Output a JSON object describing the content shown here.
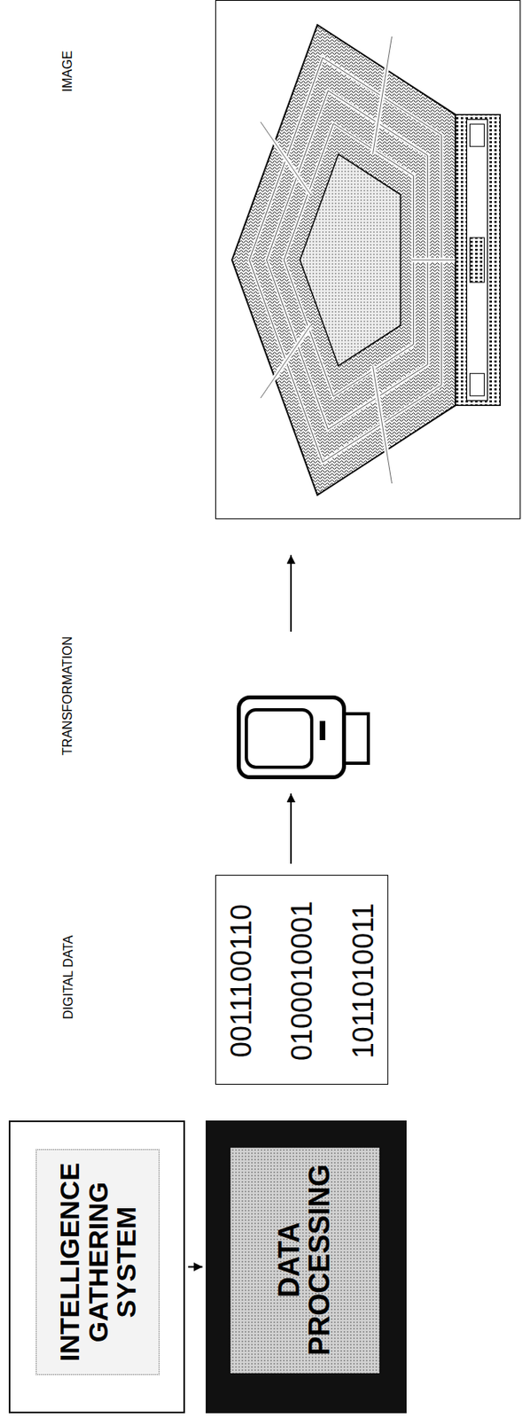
{
  "diagram": {
    "nodes": [
      {
        "text": [
          "INTELLIGENCE GATHERING SYSTEM"
        ]
      },
      {
        "text": [
          "DATA PROCESSING"
        ]
      },
      {
        "text": [
          "DIGITAL DATA",
          "0011100110",
          "0100010001",
          "1011010011"
        ]
      },
      {
        "text": [
          "TRANSFORMATION"
        ]
      },
      {
        "text": [
          "IMAGE"
        ]
      }
    ],
    "edges": [
      {
        "from": 0,
        "to": 1,
        "arrow": "to"
      },
      {
        "from": 2,
        "to": 3,
        "arrow": "to"
      },
      {
        "from": 3,
        "to": 4,
        "arrow": "to"
      }
    ]
  }
}
